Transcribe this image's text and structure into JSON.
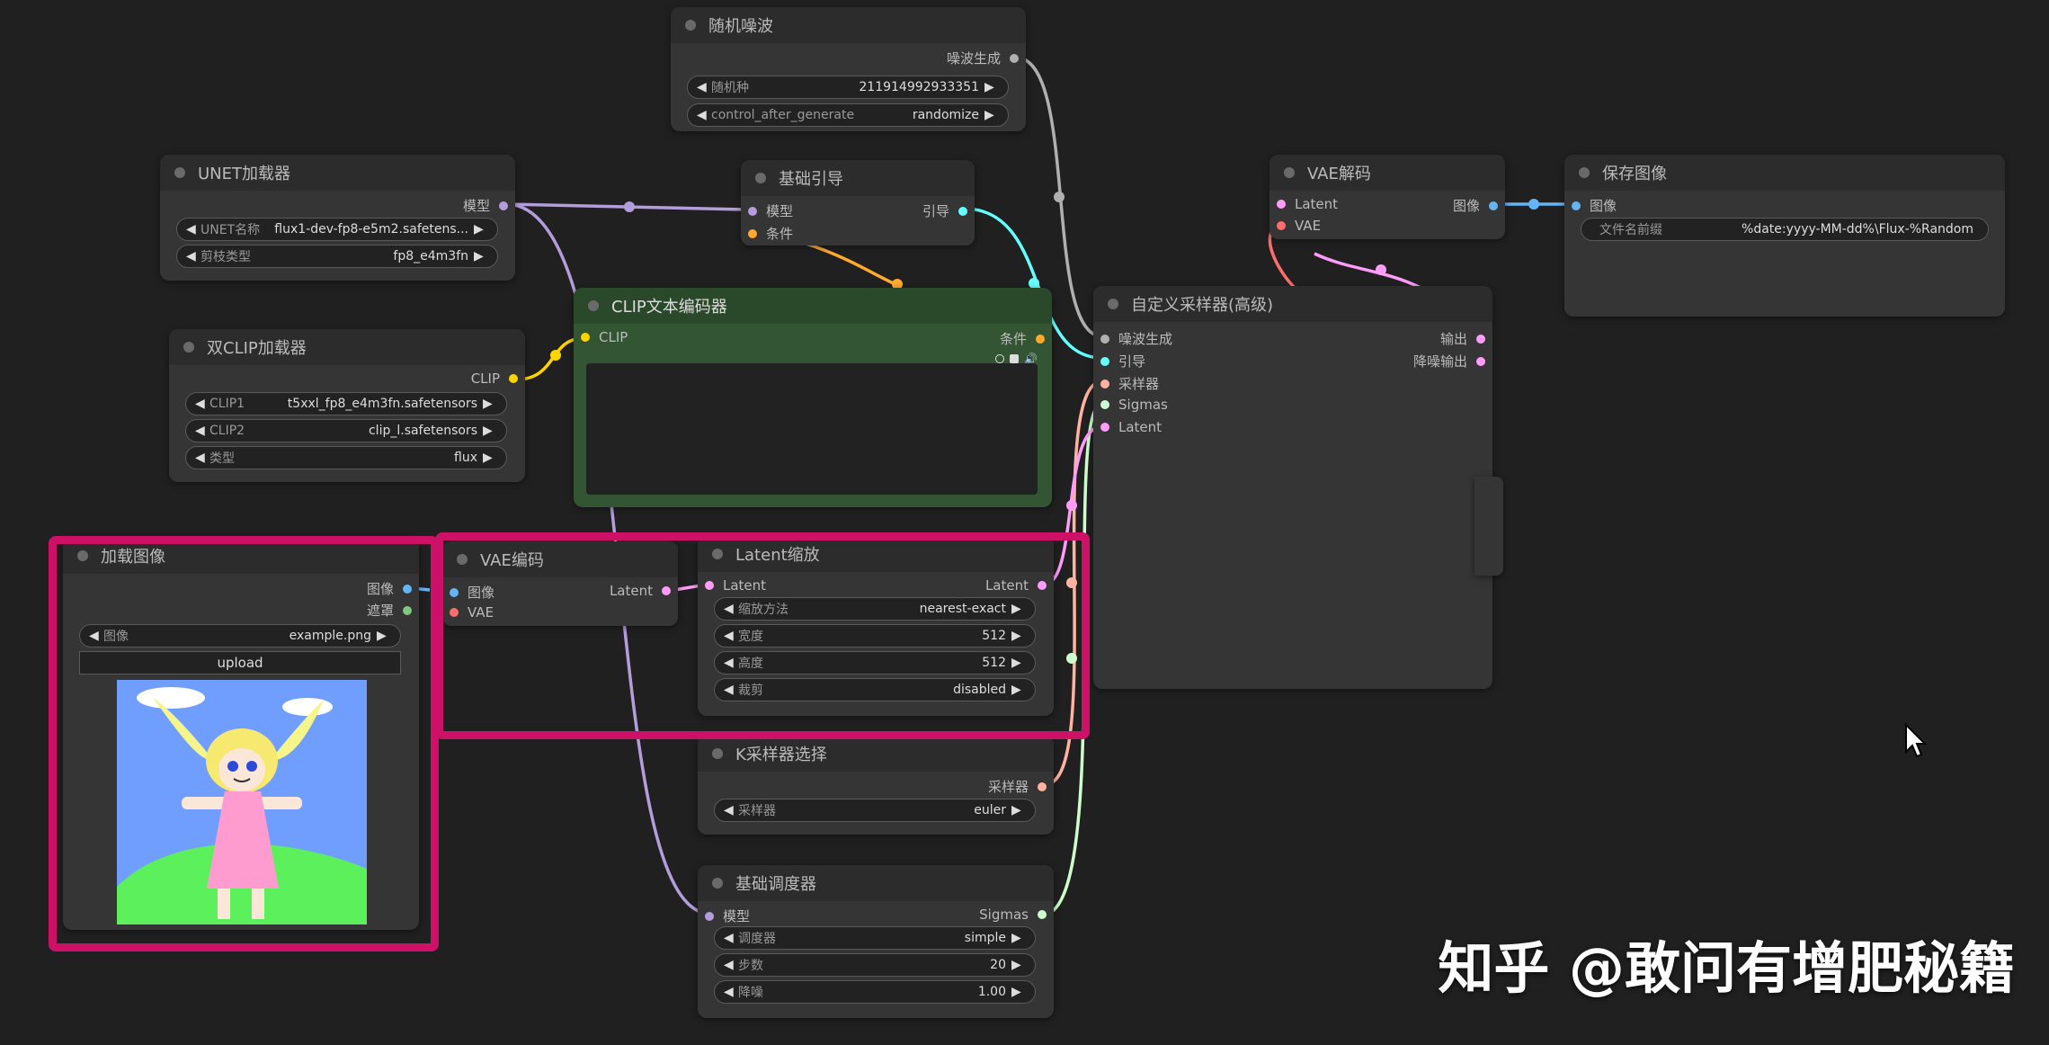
{
  "colors": {
    "model": "#b39ddb",
    "clip": "#ffd500",
    "conditioning": "#ffa931",
    "latent": "#ff9cf9",
    "vae": "#ff6e6e",
    "image": "#64b5f6",
    "mask": "#81c784",
    "noise": "#b0b0b0",
    "guider": "#66ffff",
    "sampler": "#ffb3a0",
    "sigmas": "#cdffcd"
  },
  "nodes": {
    "noise": {
      "title": "随机噪波",
      "out_noise": "噪波生成",
      "w_seed_label": "随机种",
      "w_seed_value": "211914992933351",
      "w_control_label": "control_after_generate",
      "w_control_value": "randomize"
    },
    "unet": {
      "title": "UNET加载器",
      "out_model": "模型",
      "w_name_label": "UNET名称",
      "w_name_value": "flux1-dev-fp8-e5m2.safetens...",
      "w_dtype_label": "剪枝类型",
      "w_dtype_value": "fp8_e4m3fn"
    },
    "guider": {
      "title": "基础引导",
      "in_model": "模型",
      "in_cond": "条件",
      "out_guider": "引导"
    },
    "dualclip": {
      "title": "双CLIP加载器",
      "out_clip": "CLIP",
      "w_clip1_label": "CLIP1",
      "w_clip1_value": "t5xxl_fp8_e4m3fn.safetensors",
      "w_clip2_label": "CLIP2",
      "w_clip2_value": "clip_l.safetensors",
      "w_type_label": "类型",
      "w_type_value": "flux"
    },
    "cliptext": {
      "title": "CLIP文本编码器",
      "in_clip": "CLIP",
      "out_cond": "条件"
    },
    "vaedecode": {
      "title": "VAE解码",
      "in_latent": "Latent",
      "in_vae": "VAE",
      "out_image": "图像"
    },
    "save": {
      "title": "保存图像",
      "in_image": "图像",
      "w_prefix_label": "文件名前缀",
      "w_prefix_value": "%date:yyyy-MM-dd%\\Flux-%Random"
    },
    "sampler_adv": {
      "title": "自定义采样器(高级)",
      "in_noise": "噪波生成",
      "in_guider": "引导",
      "in_sampler": "采样器",
      "in_sigmas": "Sigmas",
      "in_latent": "Latent",
      "out_output": "输出",
      "out_denoised": "降噪输出"
    },
    "loadimage": {
      "title": "加载图像",
      "out_image": "图像",
      "out_mask": "遮罩",
      "w_image_label": "图像",
      "w_image_value": "example.png",
      "upload_label": "upload"
    },
    "vaeencode": {
      "title": "VAE编码",
      "in_image": "图像",
      "in_vae": "VAE",
      "out_latent": "Latent"
    },
    "latentscale": {
      "title": "Latent缩放",
      "in_latent": "Latent",
      "out_latent": "Latent",
      "w_method_label": "缩放方法",
      "w_method_value": "nearest-exact",
      "w_width_label": "宽度",
      "w_width_value": "512",
      "w_height_label": "高度",
      "w_height_value": "512",
      "w_crop_label": "裁剪",
      "w_crop_value": "disabled"
    },
    "ksamplersel": {
      "title": "K采样器选择",
      "out_sampler": "采样器",
      "w_sampler_label": "采样器",
      "w_sampler_value": "euler"
    },
    "scheduler": {
      "title": "基础调度器",
      "in_model": "模型",
      "out_sigmas": "Sigmas",
      "w_sched_label": "调度器",
      "w_sched_value": "simple",
      "w_steps_label": "步数",
      "w_steps_value": "20",
      "w_denoise_label": "降噪",
      "w_denoise_value": "1.00"
    }
  },
  "watermark": "知乎 @敢问有增肥秘籍"
}
